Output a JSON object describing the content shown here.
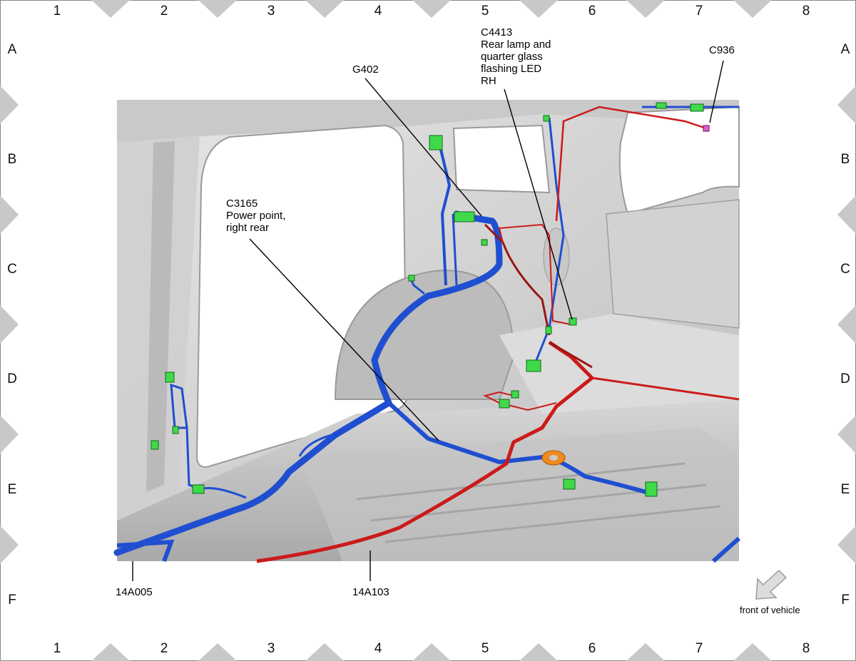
{
  "grid": {
    "columns": [
      "1",
      "2",
      "3",
      "4",
      "5",
      "6",
      "7",
      "8"
    ],
    "rows": [
      "A",
      "B",
      "C",
      "D",
      "E",
      "F"
    ]
  },
  "callouts": {
    "c4413": [
      "C4413",
      "Rear lamp and",
      "quarter glass",
      "flashing LED",
      "RH"
    ],
    "c936": "C936",
    "g402": "G402",
    "c3165": [
      "C3165",
      "Power point,",
      "right rear"
    ],
    "harness_14a005": "14A005",
    "harness_14a103": "14A103"
  },
  "orientation": {
    "label": "front of vehicle",
    "icon": "arrow-down-left-icon"
  },
  "colors": {
    "blue_harness": "#1f4fd0",
    "red_harness": "#cc1a1a",
    "connector": "#3fd94a",
    "ground_ring": "#f08a1c",
    "body": "#d9d9d9"
  }
}
